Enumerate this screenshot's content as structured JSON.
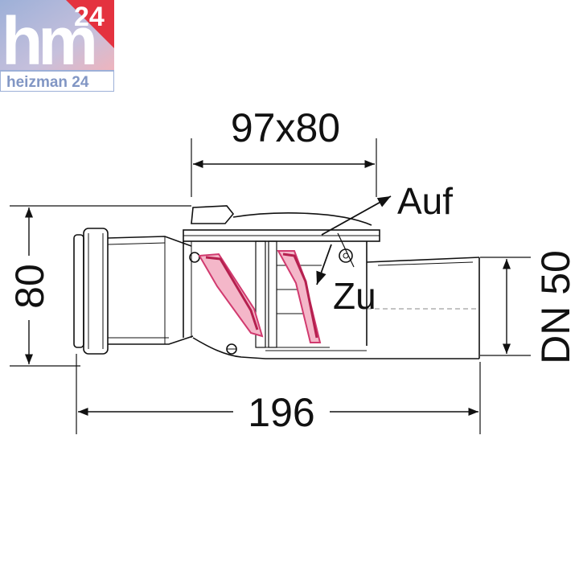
{
  "logo": {
    "main": "hm",
    "number": "24",
    "tagline": "heizman 24",
    "colors": {
      "blue": "#9fb2d6",
      "red": "#e0293a",
      "pink": "#f3c1c7"
    }
  },
  "dimensions": {
    "top_width": "97x80",
    "height": "80",
    "overall_length": "196",
    "nominal": "DN 50"
  },
  "labels": {
    "open": "Auf",
    "closed": "Zu"
  },
  "colors": {
    "flap": "#d6336c",
    "flap_light": "#f7b9cc",
    "line": "#111111"
  }
}
